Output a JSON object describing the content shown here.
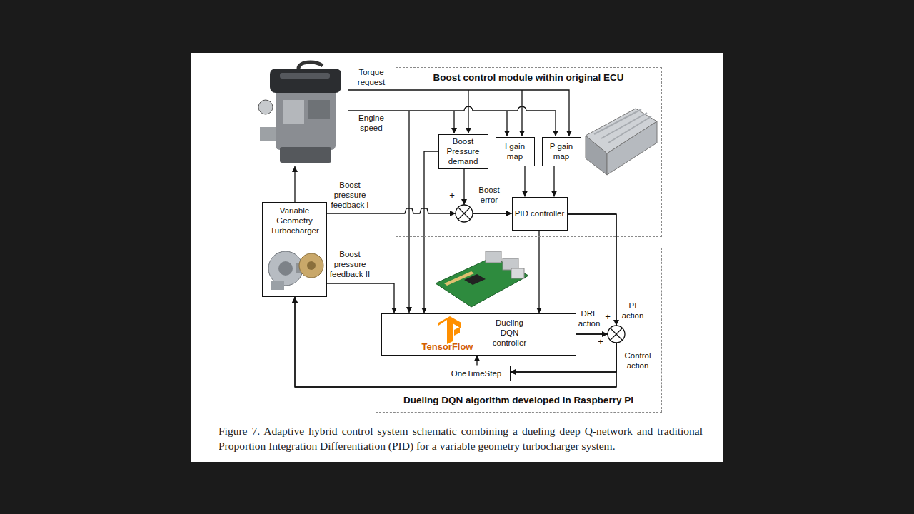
{
  "diagram": {
    "caption": "Figure 7. Adaptive hybrid control system schematic combining a dueling deep Q-network and traditional Proportion Integration Differentiation (PID) for a variable geometry turbocharger system.",
    "nodes": [
      {
        "text": [
          "Boost control module within original ECU"
        ]
      },
      {
        "text": [
          "Boost Pressure demand"
        ],
        "in": 0
      },
      {
        "text": [
          "I gain map"
        ],
        "in": 0
      },
      {
        "text": [
          "P gain map"
        ],
        "in": 0
      },
      {
        "text": [
          "PID controller"
        ],
        "in": 0
      },
      {
        "text": [
          "Variable Geometry Turbocharger"
        ]
      },
      {
        "text": [
          "Dueling DQN algorithm developed in Raspberry Pi"
        ]
      },
      {
        "text": [
          "TensorFlow",
          "Dueling DQN controller"
        ],
        "in": 6
      },
      {
        "text": [
          "OneTimeStep"
        ],
        "in": 6
      }
    ],
    "edges": [
      {
        "from": 1,
        "to": 4,
        "arrow": "to"
      },
      {
        "from": 5,
        "to": 4,
        "label": "Boost pressure feedback I",
        "arrow": "to"
      },
      {
        "from": 2,
        "to": 4,
        "arrow": "to"
      },
      {
        "from": 3,
        "to": 4,
        "arrow": "to"
      },
      {
        "from": 1,
        "to": 7,
        "arrow": "to"
      },
      {
        "from": 4,
        "to": 7,
        "arrow": "to"
      },
      {
        "from": 5,
        "to": 7,
        "label": "Boost pressure feedback II",
        "arrow": "to"
      },
      {
        "from": 7,
        "to": 5,
        "label": "DRL action",
        "arrow": "to"
      },
      {
        "from": 4,
        "to": 5,
        "label": "PI action",
        "arrow": "to"
      },
      {
        "from": 7,
        "to": 8,
        "arrow": "to"
      },
      {
        "from": 4,
        "to": 8,
        "arrow": "to"
      },
      {
        "from": 8,
        "to": 7,
        "arrow": "to"
      }
    ],
    "labels": [
      "Torque request",
      "Engine speed",
      "Boost error",
      "+",
      "−",
      "+",
      "+",
      "Control action"
    ]
  }
}
